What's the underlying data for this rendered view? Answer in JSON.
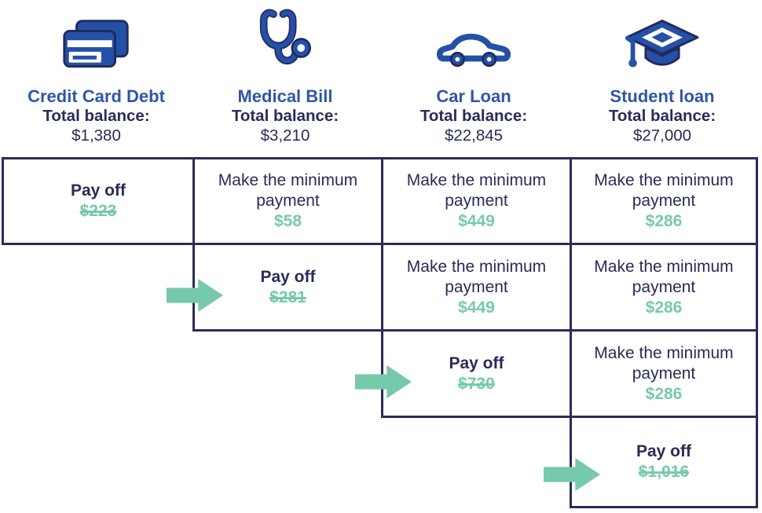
{
  "colors": {
    "text_navy": "#292b58",
    "border_navy": "#2a2c59",
    "heading_blue": "#2e57a8",
    "icon_blue": "#2351a7",
    "icon_outline": "#232a5c",
    "accent_green": "#77c9ab",
    "background": "#ffffff"
  },
  "columns": [
    {
      "icon": "credit-card-icon",
      "title": "Credit Card Debt",
      "balance_label": "Total balance:",
      "balance": "$1,380"
    },
    {
      "icon": "stethoscope-icon",
      "title": "Medical Bill",
      "balance_label": "Total balance:",
      "balance": "$3,210"
    },
    {
      "icon": "car-icon",
      "title": "Car Loan",
      "balance_label": "Total balance:",
      "balance": "$22,845"
    },
    {
      "icon": "graduation-cap-icon",
      "title": "Student loan",
      "balance_label": "Total balance:",
      "balance": "$27,000"
    }
  ],
  "steps": [
    {
      "cells": [
        {
          "action": "Pay off",
          "amount": "$223",
          "strikethrough": true
        },
        {
          "action": "Make the minimum payment",
          "amount": "$58",
          "strikethrough": false
        },
        {
          "action": "Make the minimum payment",
          "amount": "$449",
          "strikethrough": false
        },
        {
          "action": "Make the minimum payment",
          "amount": "$286",
          "strikethrough": false
        }
      ]
    },
    {
      "cells": [
        {
          "action": "Pay off",
          "amount": "$281",
          "strikethrough": true
        },
        {
          "action": "Make the minimum payment",
          "amount": "$449",
          "strikethrough": false
        },
        {
          "action": "Make the minimum payment",
          "amount": "$286",
          "strikethrough": false
        }
      ]
    },
    {
      "cells": [
        {
          "action": "Pay off",
          "amount": "$730",
          "strikethrough": true
        },
        {
          "action": "Make the minimum payment",
          "amount": "$286",
          "strikethrough": false
        }
      ]
    },
    {
      "cells": [
        {
          "action": "Pay off",
          "amount": "$1,016",
          "strikethrough": true
        }
      ]
    }
  ]
}
